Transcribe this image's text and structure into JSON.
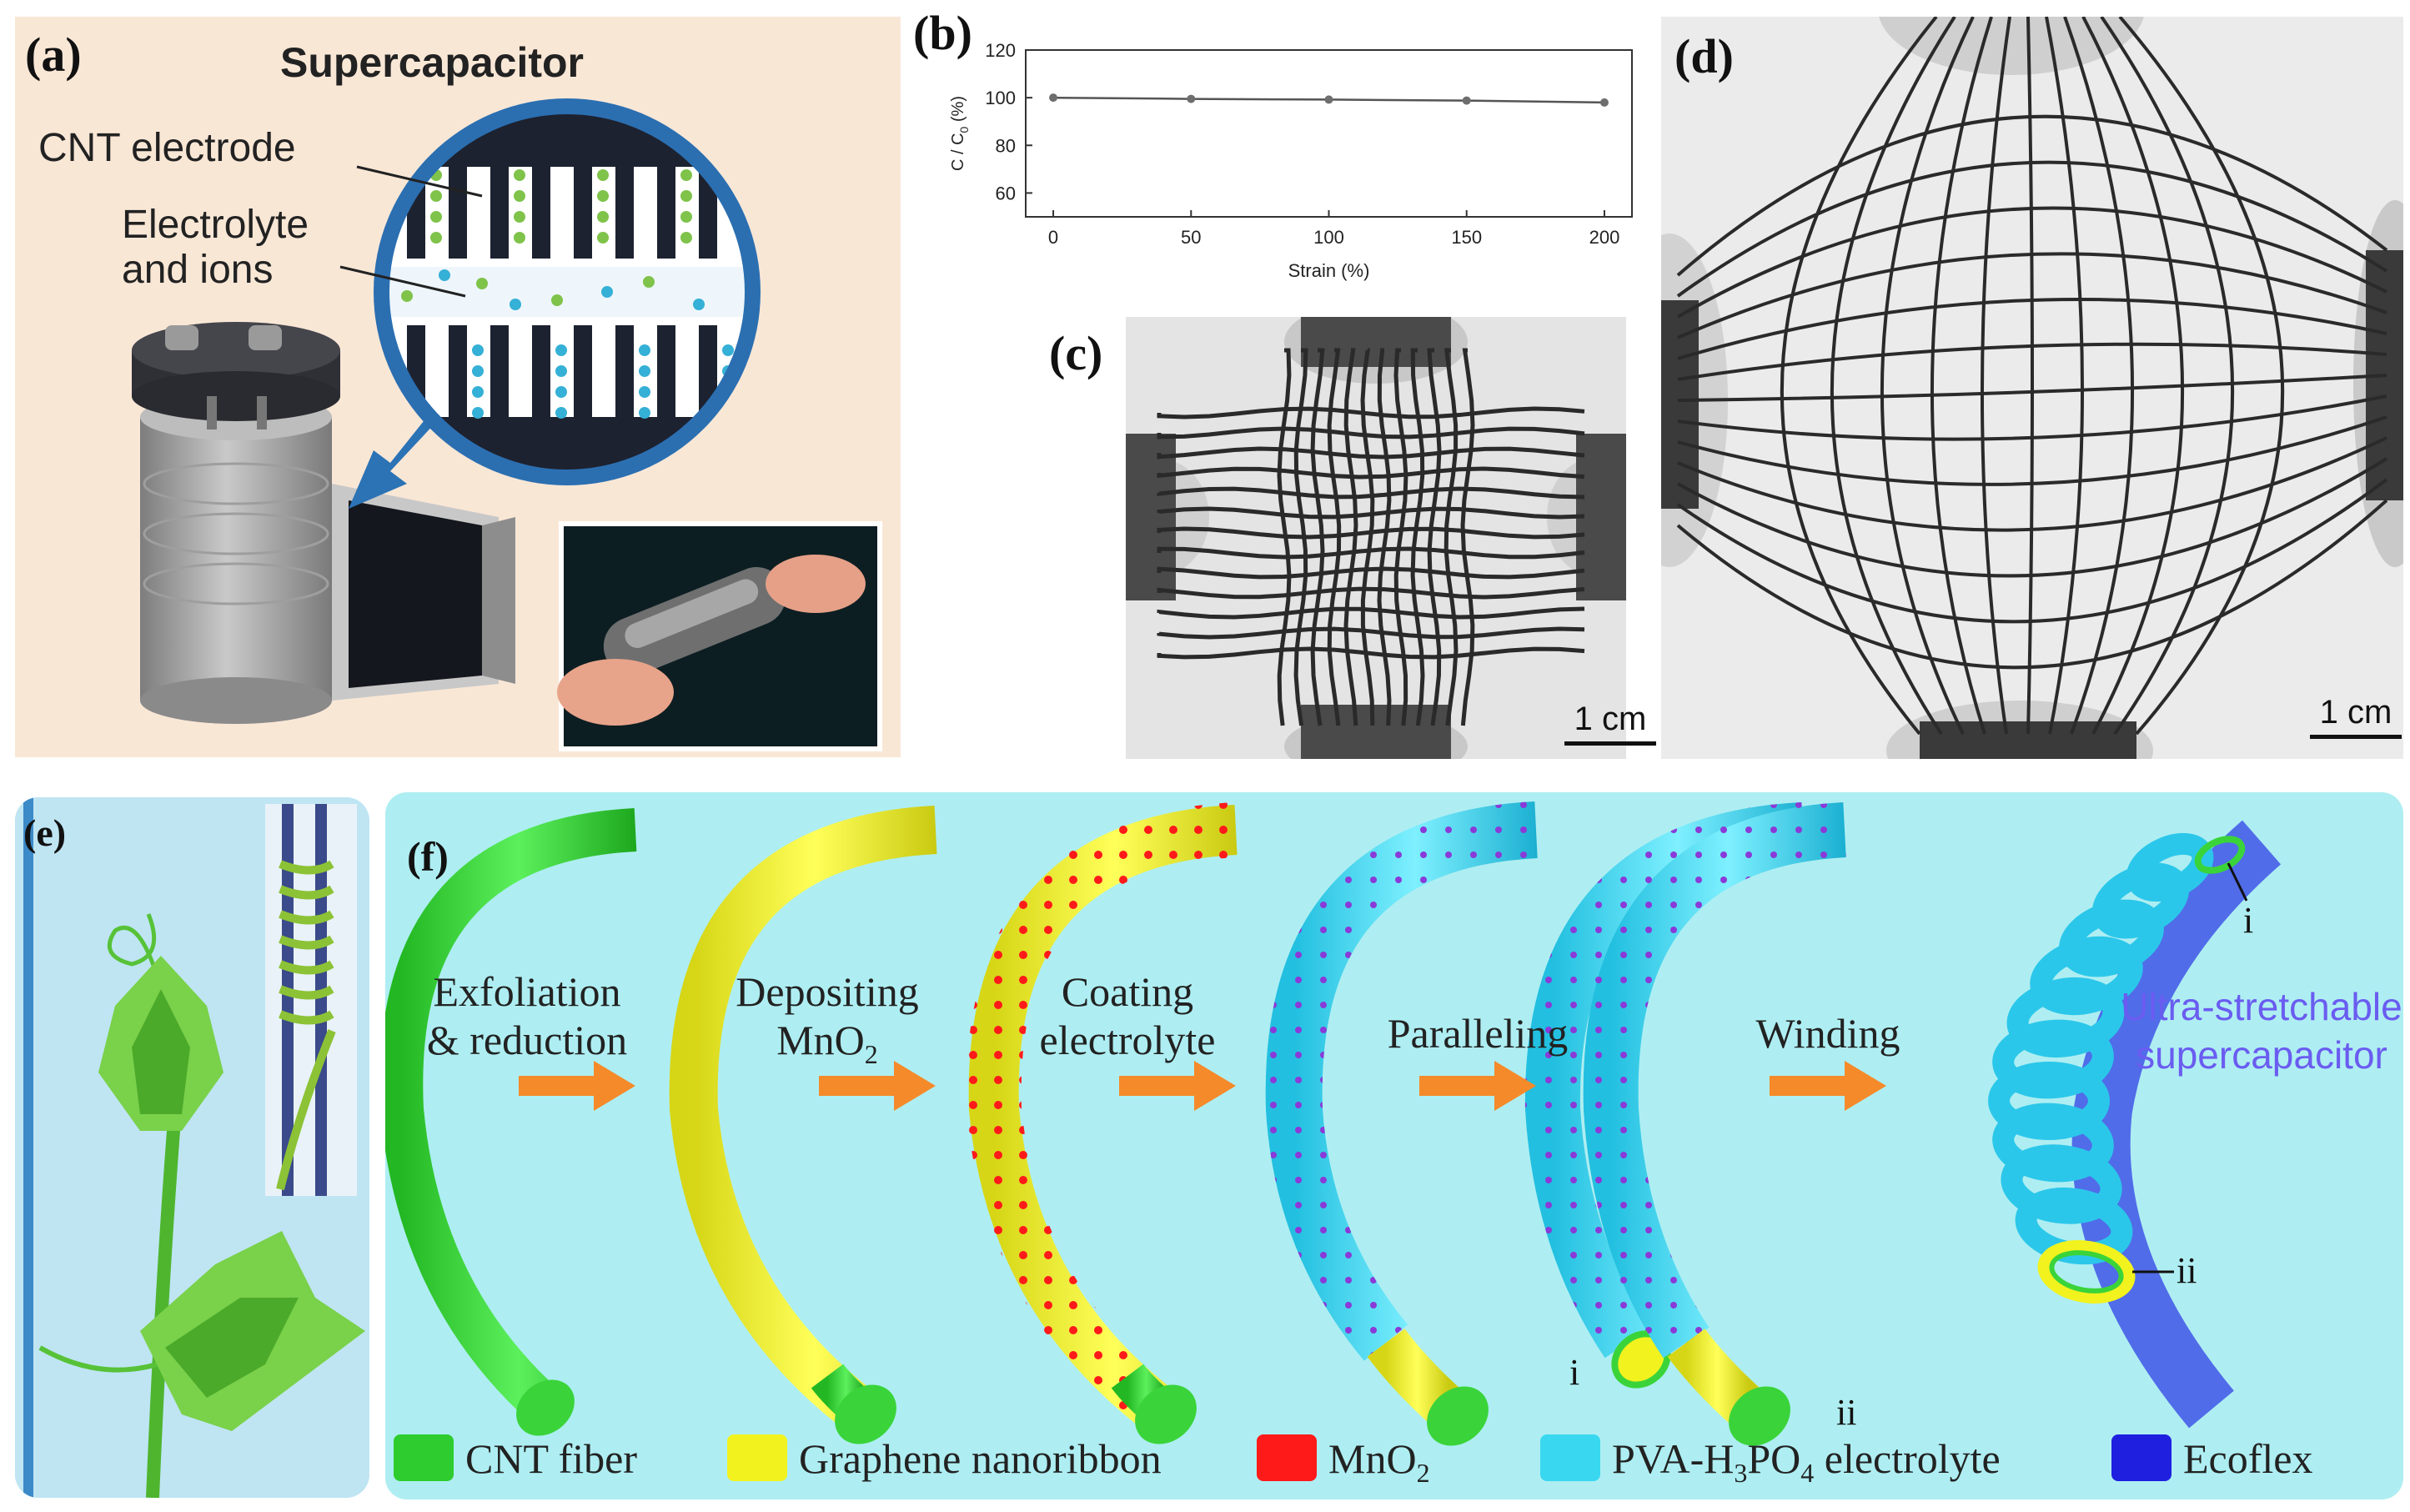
{
  "panels": {
    "a": {
      "letter": "(a)",
      "title": "Supercapacitor",
      "label_cnt": "CNT electrode",
      "label_electrolyte_1": "Electrolyte",
      "label_electrolyte_2": "and ions"
    },
    "b": {
      "letter": "(b)",
      "chart_data": {
        "type": "line",
        "title": "",
        "xlabel": "Strain (%)",
        "ylabel": "C / C",
        "ylabel_sub": "0",
        "ylabel_unit": " (%)",
        "xlim": [
          -10,
          210
        ],
        "ylim": [
          50,
          120
        ],
        "x_ticks": [
          0,
          50,
          100,
          150,
          200
        ],
        "y_ticks": [
          60,
          80,
          100,
          120
        ],
        "grid": false,
        "series": [
          {
            "x": [
              0,
              50,
              100,
              150,
              200
            ],
            "values": [
              100,
              99.5,
              99.2,
              98.8,
              98
            ]
          }
        ],
        "colors": {
          "line": "#555555",
          "marker": "#6e6e6e"
        }
      }
    },
    "c": {
      "letter": "(c)",
      "scale_bar": "1 cm"
    },
    "d": {
      "letter": "(d)",
      "scale_bar": "1 cm"
    },
    "e": {
      "letter": "(e)"
    },
    "f": {
      "letter": "(f)",
      "steps": [
        {
          "line1": "Exfoliation",
          "line2": "& reduction"
        },
        {
          "line1": "Depositing",
          "line2": "MnO",
          "sub2": "2"
        },
        {
          "line1": "Coating",
          "line2": "electrolyte"
        },
        {
          "line1": "Paralleling",
          "line2": ""
        },
        {
          "line1": "Winding",
          "line2": ""
        }
      ],
      "result_line1": "Ultra-stretchable",
      "result_line2": "supercapacitor",
      "marker_i": "i",
      "marker_ii": "ii",
      "legend": [
        {
          "label": "CNT fiber",
          "color": "#2ecc2e"
        },
        {
          "label": "Graphene nanoribbon",
          "color": "#f2f21e"
        },
        {
          "label": "MnO",
          "sub": "2",
          "color": "#ff1a1a"
        },
        {
          "label": "PVA-H",
          "sub": "3",
          "label_rest": "PO",
          "sub2": "4",
          "label_end": " electrolyte",
          "color": "#3ad8f0"
        },
        {
          "label": "Ecoflex",
          "color": "#1f1fe0"
        }
      ],
      "colors": {
        "background": "#aeeef2",
        "arrow": "#f58a2a"
      }
    }
  }
}
